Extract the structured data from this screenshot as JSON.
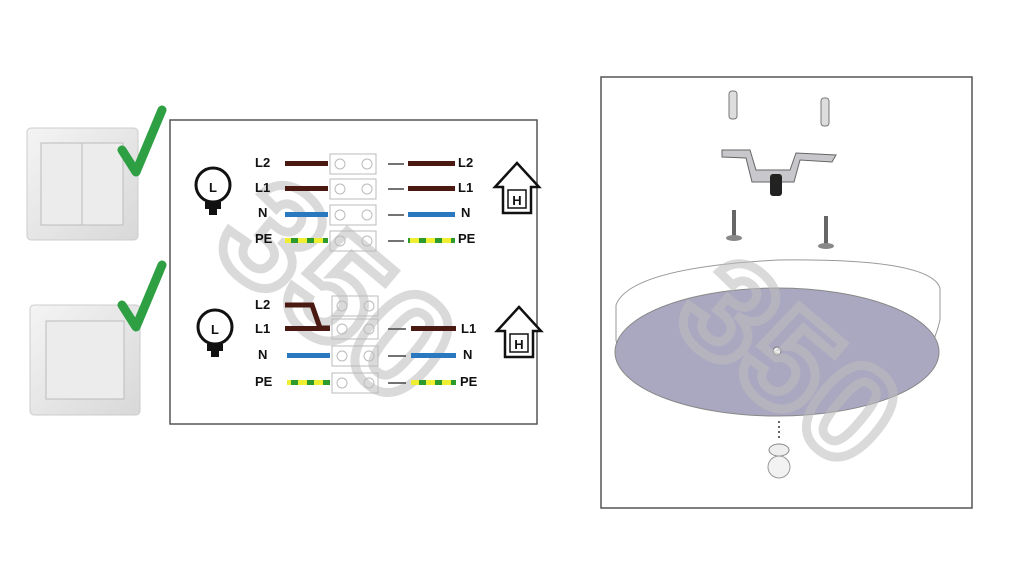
{
  "switches": [
    {
      "type": "double-rocker",
      "status": "compatible",
      "icon": "check-icon"
    },
    {
      "type": "single-rocker",
      "status": "compatible",
      "icon": "check-icon"
    }
  ],
  "wiring": {
    "top": {
      "lamp_symbol": "L",
      "house_symbol": "H",
      "left_labels": [
        "L2",
        "L1",
        "N",
        "PE"
      ],
      "right_labels": [
        "L2",
        "L1",
        "N",
        "PE"
      ]
    },
    "bottom": {
      "lamp_symbol": "L",
      "house_symbol": "H",
      "left_labels": [
        "L2",
        "L1",
        "N",
        "PE"
      ],
      "right_labels": [
        "L1",
        "N",
        "PE"
      ]
    },
    "colors": {
      "phase": "#4a1a12",
      "neutral": "#2a78c0",
      "earth_green": "#2c9a2c",
      "earth_yellow": "#f0ee30"
    }
  },
  "watermark": "350",
  "colors": {
    "check": "#2ea043",
    "canopy": "#aaa8c0",
    "frame": "#555555"
  }
}
